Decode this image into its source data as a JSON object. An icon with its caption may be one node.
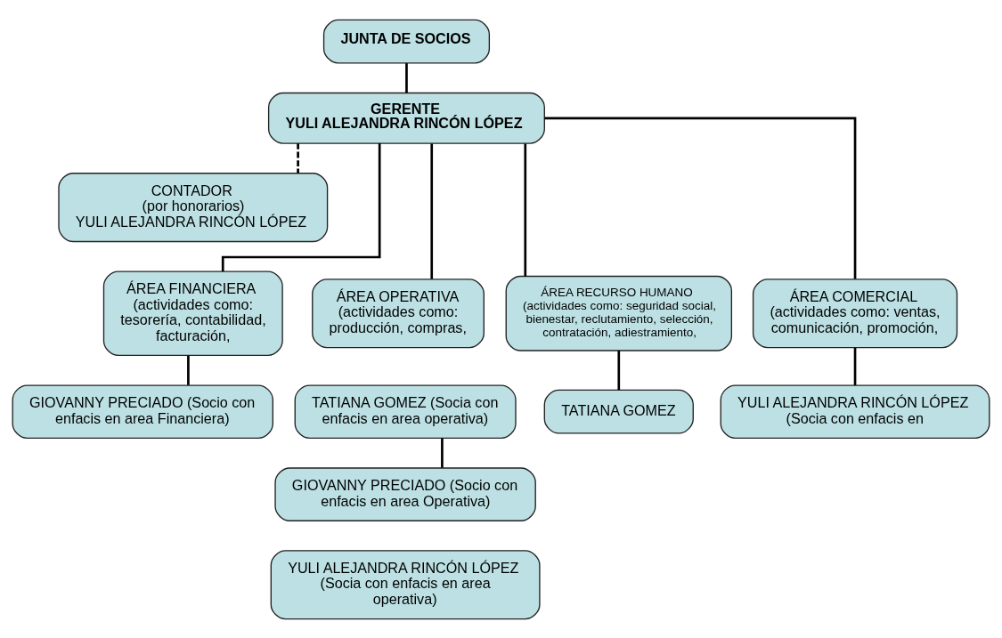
{
  "diagram": {
    "nodes": [
      {
        "text": [
          "JUNTA DE SOCIOS"
        ]
      },
      {
        "text": [
          "GERENTE",
          "YULI ALEJANDRA RINCÓN LÓPEZ"
        ]
      },
      {
        "text": [
          "CONTADOR",
          "(por honorarios)",
          "YULI ALEJANDRA RINCÓN LÓPEZ"
        ]
      },
      {
        "text": [
          "ÁREA FINANCIERA",
          "(actividades como: tesorería, contabilidad, facturación,"
        ]
      },
      {
        "text": [
          "ÁREA OPERATIVA",
          "(actividades como: producción, compras,"
        ]
      },
      {
        "text": [
          "ÁREA RECURSO HUMANO",
          "(actividades como: seguridad social, bienestar, reclutamiento, selección, contratación, adiestramiento,"
        ]
      },
      {
        "text": [
          "ÁREA COMERCIAL",
          "(actividades como: ventas, comunicación, promoción,"
        ]
      },
      {
        "text": [
          "GIOVANNY PRECIADO (Socio con enfacis en area Financiera)"
        ]
      },
      {
        "text": [
          "TATIANA GOMEZ (Socia con enfacis en area operativa)"
        ]
      },
      {
        "text": [
          "GIOVANNY PRECIADO (Socio con enfacis en area Operativa)"
        ]
      },
      {
        "text": [
          "YULI ALEJANDRA RINCÓN LÓPEZ (Socia con enfacis en area operativa)"
        ]
      },
      {
        "text": [
          "TATIANA GOMEZ"
        ]
      },
      {
        "text": [
          "YULI ALEJANDRA RINCÓN LÓPEZ (Socia con enfacis en"
        ]
      }
    ],
    "edges": [
      {
        "from": 0,
        "to": 1,
        "arrow": "none"
      },
      {
        "from": 1,
        "to": 2,
        "arrow": "none",
        "style": "dashed"
      },
      {
        "from": 1,
        "to": 3,
        "arrow": "none"
      },
      {
        "from": 1,
        "to": 4,
        "arrow": "none"
      },
      {
        "from": 1,
        "to": 5,
        "arrow": "none"
      },
      {
        "from": 1,
        "to": 6,
        "arrow": "none"
      },
      {
        "from": 3,
        "to": 7,
        "arrow": "none"
      },
      {
        "from": 8,
        "to": 9,
        "arrow": "none"
      },
      {
        "from": 5,
        "to": 11,
        "arrow": "none"
      },
      {
        "from": 6,
        "to": 12,
        "arrow": "none"
      }
    ]
  }
}
